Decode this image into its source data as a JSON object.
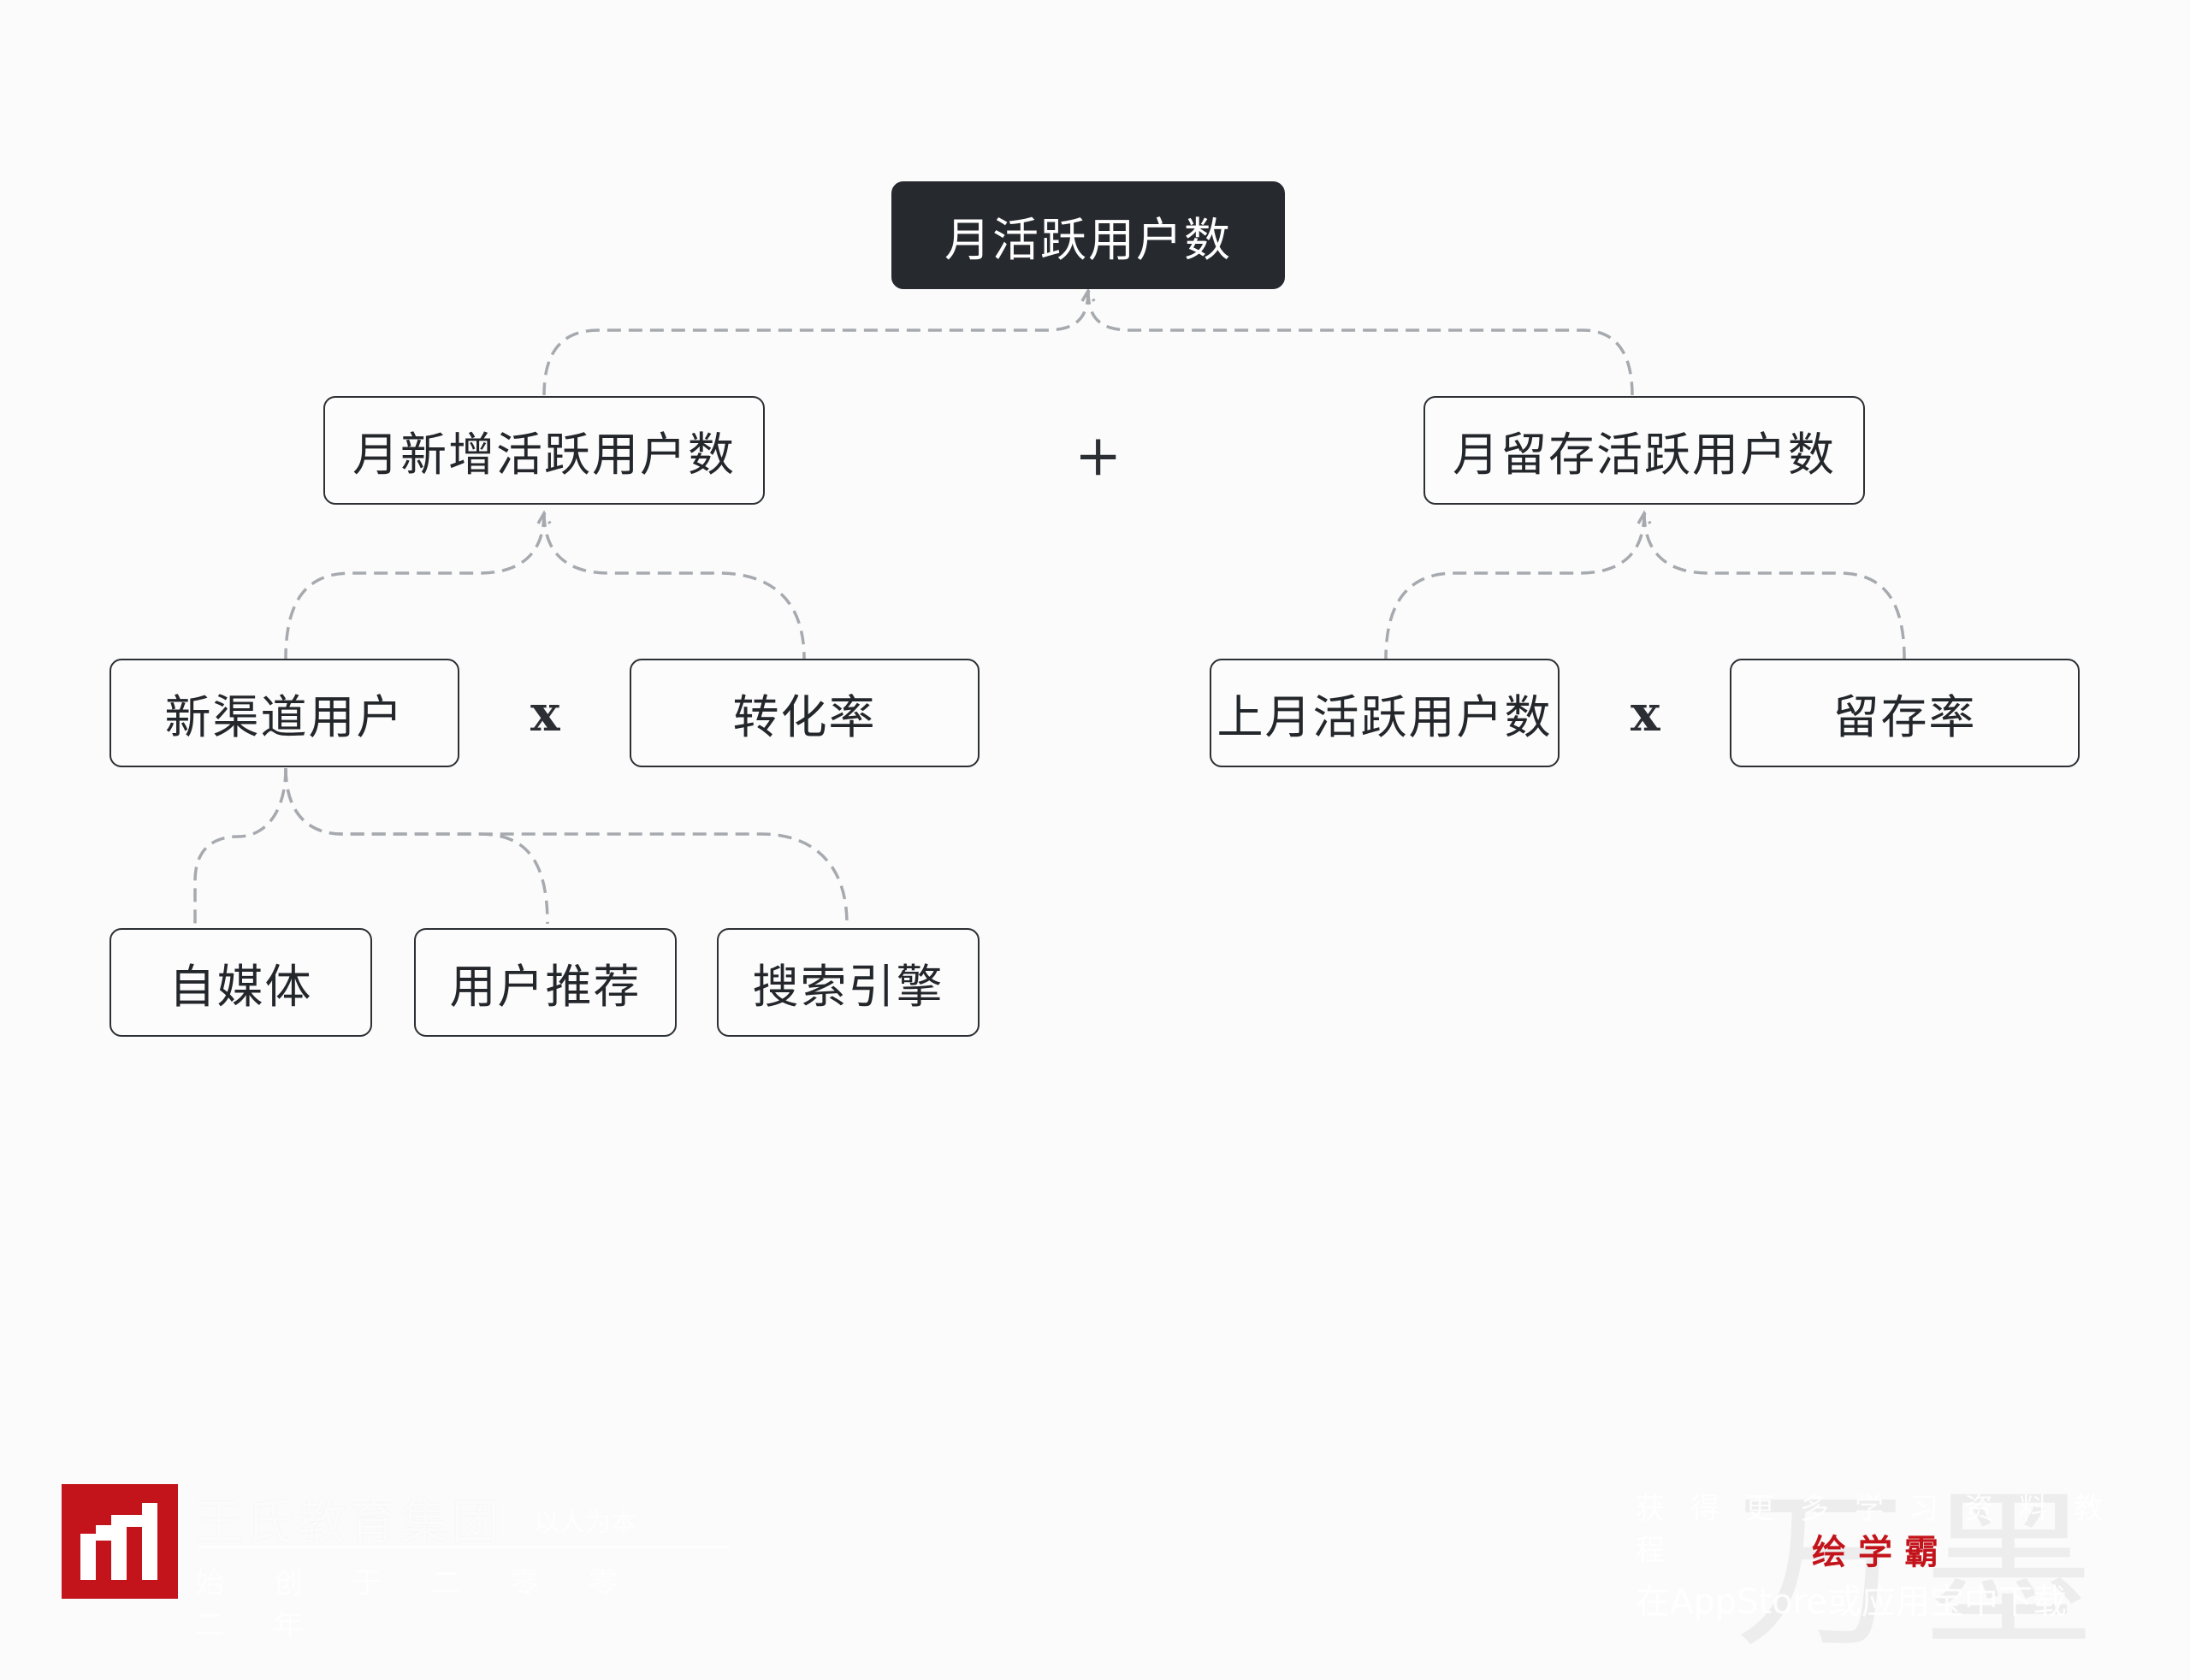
{
  "diagram": {
    "root": "月活跃用户数",
    "plus_operator": "+",
    "left_branch": {
      "label": "月新增活跃用户数",
      "operator": "x",
      "children": [
        "新渠道用户",
        "转化率"
      ],
      "channel_sources": [
        "自媒体",
        "用户推荐",
        "搜索引擎"
      ]
    },
    "right_branch": {
      "label": "月留存活跃用户数",
      "operator": "x",
      "children": [
        "上月活跃用户数",
        "留存率"
      ]
    }
  },
  "colors": {
    "root_fill": "#262a2f",
    "node_border": "#2c2f33",
    "connector": "#a6aaaf",
    "watermark_red": "#c3141b"
  },
  "watermark_left": {
    "title": "王氏教育集团",
    "slogan": "以人为本",
    "subtitle": "始创于二零零二年"
  },
  "watermark_right": {
    "big_text": "万墨",
    "top_text": "获得更多学习资料教程",
    "brand": "绘学霸",
    "bottom_text": "在AppStore或应用宝中下载"
  }
}
